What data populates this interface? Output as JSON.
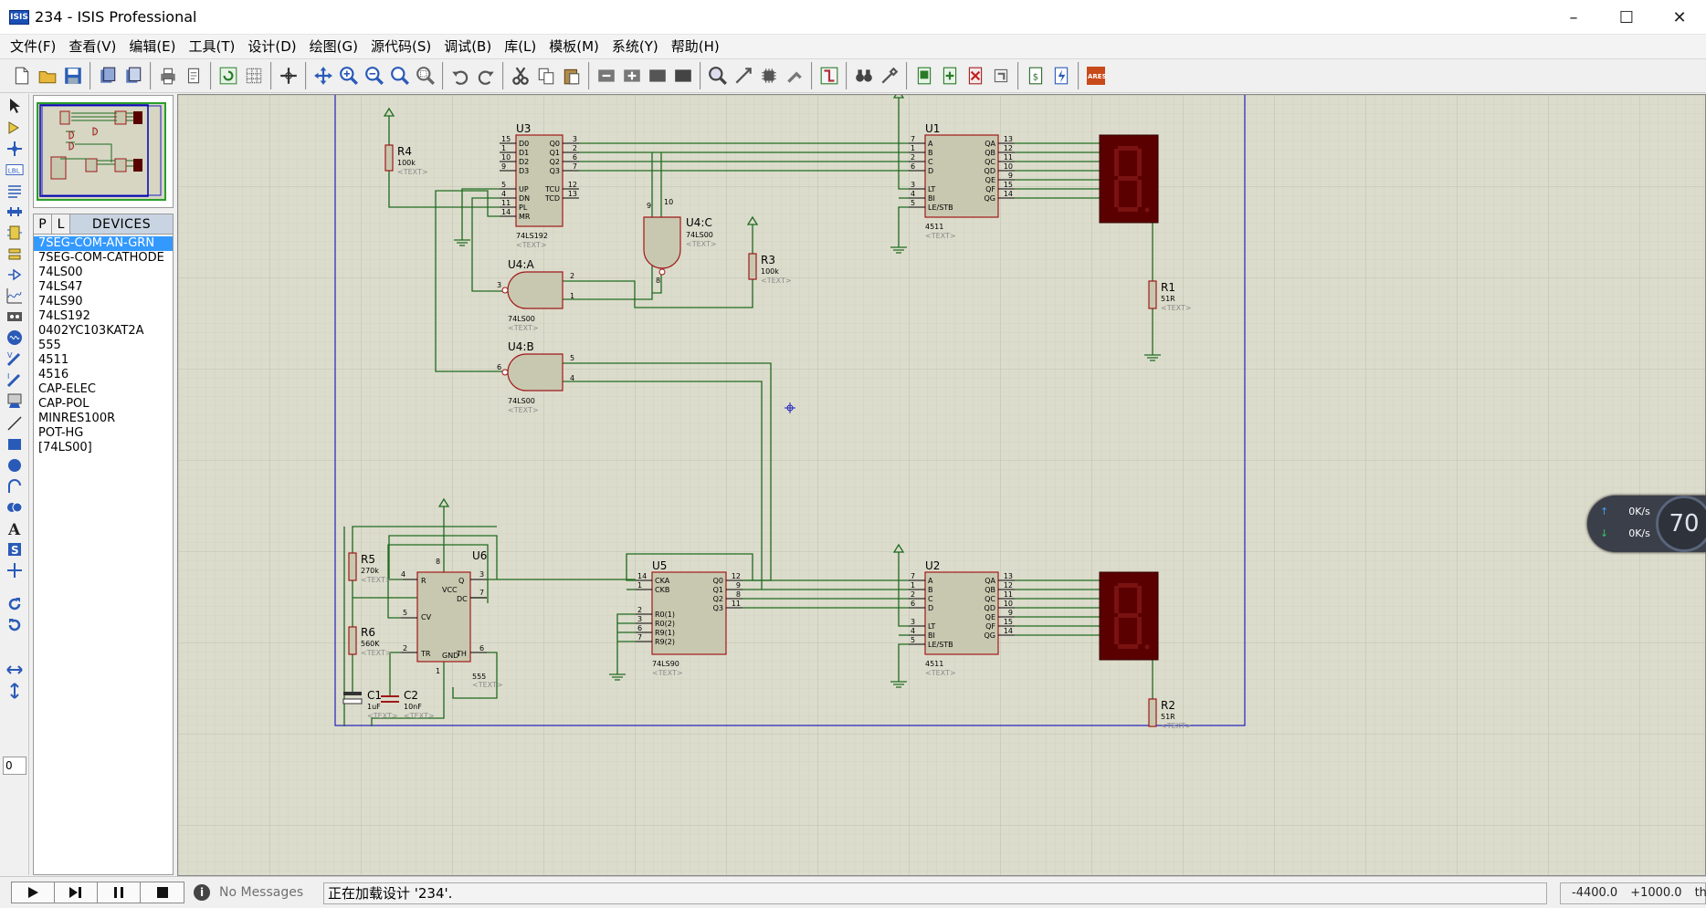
{
  "window": {
    "title": "234 - ISIS Professional",
    "icon_text": "ISIS"
  },
  "menu": [
    "文件(F)",
    "查看(V)",
    "编辑(E)",
    "工具(T)",
    "设计(D)",
    "绘图(G)",
    "源代码(S)",
    "调试(B)",
    "库(L)",
    "模板(M)",
    "系统(Y)",
    "帮助(H)"
  ],
  "device_panel": {
    "p_label": "P",
    "l_label": "L",
    "title": "DEVICES",
    "items": [
      "7SEG-COM-AN-GRN",
      "7SEG-COM-CATHODE",
      "74LS00",
      "74LS47",
      "74LS90",
      "74LS192",
      "0402YC103KAT2A",
      "555",
      "4511",
      "4516",
      "CAP-ELEC",
      "CAP-POL",
      "MINRES100R",
      "POT-HG",
      "[74LS00]"
    ],
    "selected": "7SEG-COM-AN-GRN"
  },
  "rotation_value": "0",
  "schematic": {
    "components": {
      "u3": {
        "ref": "U3",
        "type": "74LS192",
        "text": "<TEXT>",
        "left_pins": [
          {
            "n": "15",
            "name": "D0"
          },
          {
            "n": "1",
            "name": "D1"
          },
          {
            "n": "10",
            "name": "D2"
          },
          {
            "n": "9",
            "name": "D3"
          },
          {
            "n": "5",
            "name": "UP"
          },
          {
            "n": "4",
            "name": "DN"
          },
          {
            "n": "11",
            "name": "PL"
          },
          {
            "n": "14",
            "name": "MR"
          }
        ],
        "right_pins": [
          {
            "n": "3",
            "name": "Q0"
          },
          {
            "n": "2",
            "name": "Q1"
          },
          {
            "n": "6",
            "name": "Q2"
          },
          {
            "n": "7",
            "name": "Q3"
          },
          {
            "n": "12",
            "name": "TCU"
          },
          {
            "n": "13",
            "name": "TCD"
          }
        ]
      },
      "u1": {
        "ref": "U1",
        "type": "4511",
        "text": "<TEXT>",
        "left_pins": [
          {
            "n": "7",
            "name": "A"
          },
          {
            "n": "1",
            "name": "B"
          },
          {
            "n": "2",
            "name": "C"
          },
          {
            "n": "6",
            "name": "D"
          },
          {
            "n": "3",
            "name": "LT"
          },
          {
            "n": "4",
            "name": "BI"
          },
          {
            "n": "5",
            "name": "LE/STB"
          }
        ],
        "right_pins": [
          {
            "n": "13",
            "name": "QA"
          },
          {
            "n": "12",
            "name": "QB"
          },
          {
            "n": "11",
            "name": "QC"
          },
          {
            "n": "10",
            "name": "QD"
          },
          {
            "n": "9",
            "name": "QE"
          },
          {
            "n": "15",
            "name": "QF"
          },
          {
            "n": "14",
            "name": "QG"
          }
        ]
      },
      "u2": {
        "ref": "U2",
        "type": "4511",
        "text": "<TEXT>",
        "left_pins": [
          {
            "n": "7",
            "name": "A"
          },
          {
            "n": "1",
            "name": "B"
          },
          {
            "n": "2",
            "name": "C"
          },
          {
            "n": "6",
            "name": "D"
          },
          {
            "n": "3",
            "name": "LT"
          },
          {
            "n": "4",
            "name": "BI"
          },
          {
            "n": "5",
            "name": "LE/STB"
          }
        ],
        "right_pins": [
          {
            "n": "13",
            "name": "QA"
          },
          {
            "n": "12",
            "name": "QB"
          },
          {
            "n": "11",
            "name": "QC"
          },
          {
            "n": "10",
            "name": "QD"
          },
          {
            "n": "9",
            "name": "QE"
          },
          {
            "n": "15",
            "name": "QF"
          },
          {
            "n": "14",
            "name": "QG"
          }
        ]
      },
      "u5": {
        "ref": "U5",
        "type": "74LS90",
        "text": "<TEXT>",
        "left_pins": [
          {
            "n": "14",
            "name": "CKA"
          },
          {
            "n": "1",
            "name": "CKB"
          },
          {
            "n": "2",
            "name": "R0(1)"
          },
          {
            "n": "3",
            "name": "R0(2)"
          },
          {
            "n": "6",
            "name": "R9(1)"
          },
          {
            "n": "7",
            "name": "R9(2)"
          }
        ],
        "right_pins": [
          {
            "n": "12",
            "name": "Q0"
          },
          {
            "n": "9",
            "name": "Q1"
          },
          {
            "n": "8",
            "name": "Q2"
          },
          {
            "n": "11",
            "name": "Q3"
          }
        ]
      },
      "u6": {
        "ref": "U6",
        "type": "555",
        "text": "<TEXT>",
        "pins": {
          "R": "4",
          "VCC": "8",
          "Q": "3",
          "DC": "7",
          "CV": "5",
          "TR": "2",
          "GND": "1",
          "TH": "6"
        }
      },
      "u4a": {
        "ref": "U4:A",
        "type": "74LS00",
        "text": "<TEXT>",
        "pins": [
          "3",
          "2",
          "1"
        ]
      },
      "u4b": {
        "ref": "U4:B",
        "type": "74LS00",
        "text": "<TEXT>",
        "pins": [
          "6",
          "5",
          "4"
        ]
      },
      "u4c": {
        "ref": "U4:C",
        "type": "74LS00",
        "text": "<TEXT>",
        "pins": [
          "9",
          "10",
          "8"
        ]
      },
      "r4": {
        "ref": "R4",
        "value": "100k",
        "text": "<TEXT>"
      },
      "r3": {
        "ref": "R3",
        "value": "100k",
        "text": "<TEXT>"
      },
      "r1": {
        "ref": "R1",
        "value": "51R",
        "text": "<TEXT>"
      },
      "r2": {
        "ref": "R2",
        "value": "51R",
        "text": "<TEXT>"
      },
      "r5": {
        "ref": "R5",
        "value": "270k",
        "text": "<TEXT>"
      },
      "r6": {
        "ref": "R6",
        "value": "560K",
        "text": "<TEXT>"
      },
      "c1": {
        "ref": "C1",
        "value": "1uF",
        "text": "<TEXT>"
      },
      "c2": {
        "ref": "C2",
        "value": "10nF",
        "text": "<TEXT>"
      }
    }
  },
  "status": {
    "messages": "No Messages",
    "loading": "正在加载设计 '234'.",
    "coord_x": "-4400.0",
    "coord_y": "+1000.0",
    "coord_unit": "th"
  },
  "net_widget": {
    "up": "0K/s",
    "down": "0K/s",
    "percent": "70"
  },
  "colors": {
    "canvas_bg": "#dcdccc",
    "grid": "#cacabc",
    "wire": "#1f6b1f",
    "component_fill": "#c8c8b0",
    "component_stroke": "#a01818",
    "sheet_border": "#2020c0",
    "display_fill": "#5a0000",
    "selected_bg": "#3399ff"
  }
}
